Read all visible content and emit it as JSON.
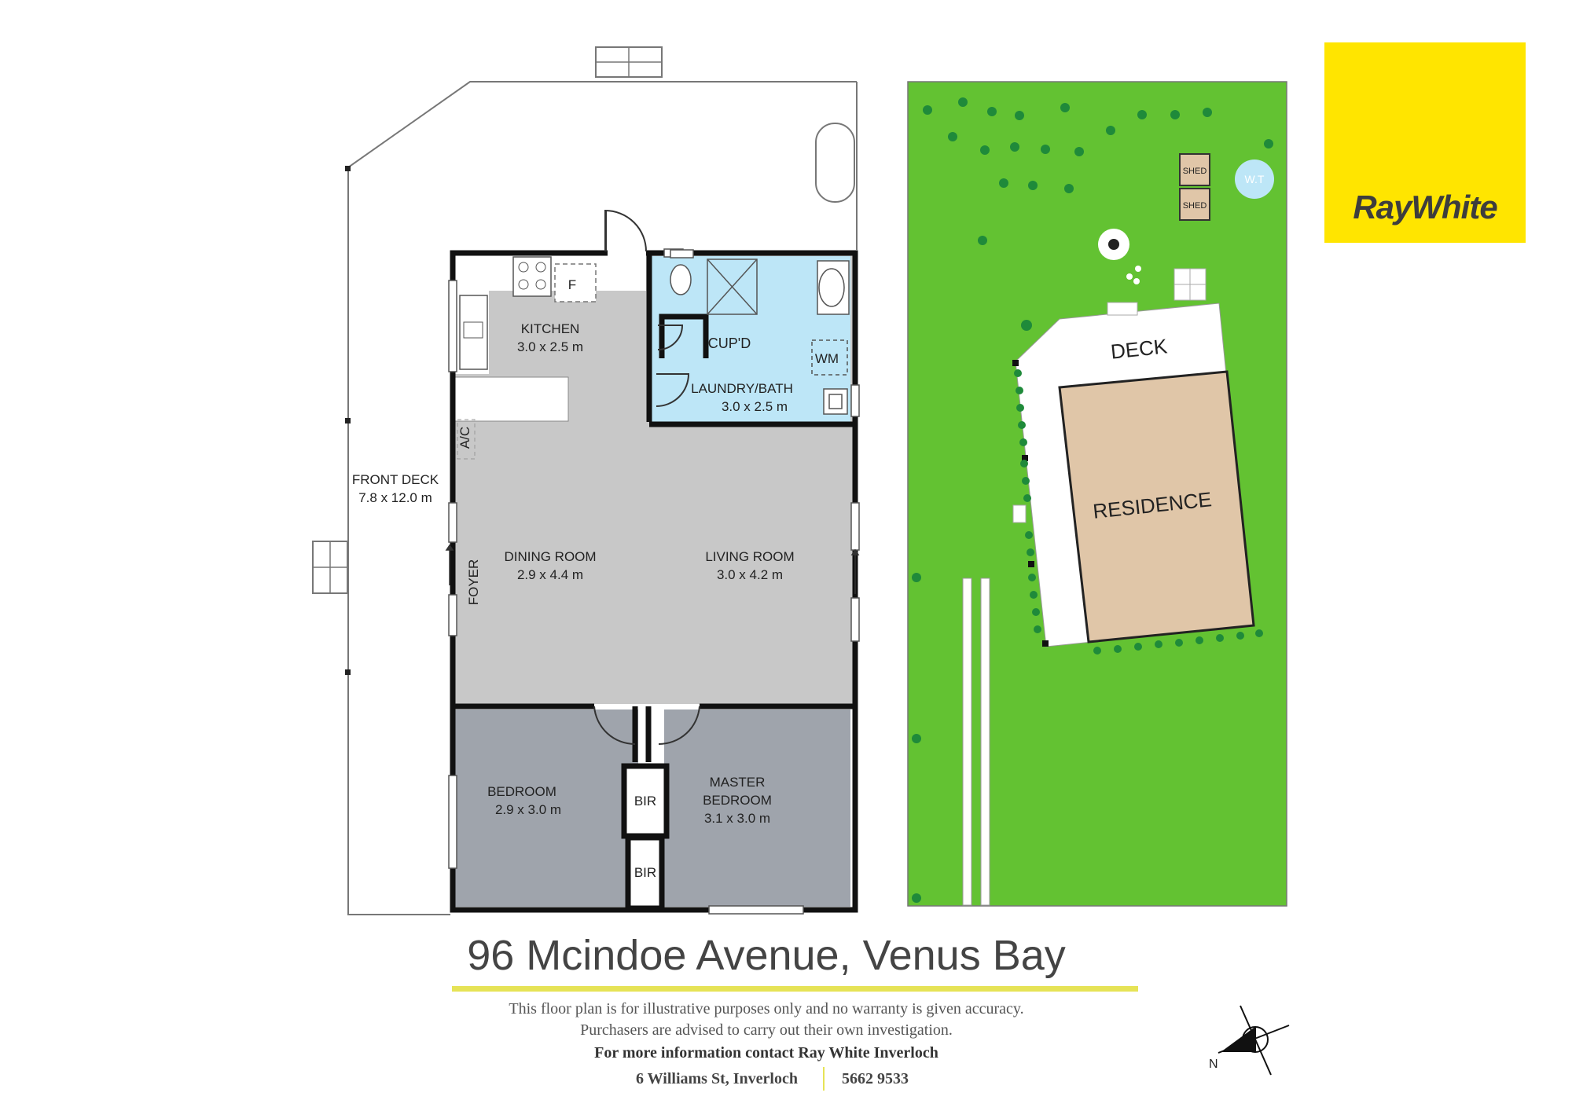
{
  "rooms": {
    "kitchen": {
      "name": "KITCHEN",
      "size": "3.0  x 2.5  m"
    },
    "laundry": {
      "name": "LAUNDRY/BATH",
      "size": "3.0  x 2.5  m"
    },
    "dining": {
      "name": "DINING ROOM",
      "size": "2.9  x 4.4  m"
    },
    "living": {
      "name": "LIVING ROOM",
      "size": "3.0  x 4.2  m"
    },
    "front_deck": {
      "name": "FRONT DECK",
      "size": "7.8  x 12.0  m"
    },
    "bedroom": {
      "name": "BEDROOM",
      "size": "2.9  x 3.0  m"
    },
    "master": {
      "name1": "MASTER",
      "name2": "BEDROOM",
      "size": "3.1  x 3.0  m"
    }
  },
  "fixtures": {
    "fridge": "F",
    "cupboard": "CUP'D",
    "washing_machine": "WM",
    "aircon": "A/C",
    "foyer": "FOYER",
    "bir_1": "BIR",
    "bir_2": "BIR"
  },
  "site": {
    "deck": "DECK",
    "residence": "RESIDENCE",
    "shed_1": "SHED",
    "shed_2": "SHED",
    "water_tank": "W.T",
    "lawn_color": "#63c232",
    "residence_color": "#e0c6a8"
  },
  "footer": {
    "address": "96 Mcindoe Avenue, Venus Bay",
    "disclaimer_1": "This floor plan is for illustrative purposes only and no warranty is given accuracy.",
    "disclaimer_2": "Purchasers are advised to carry out their own investigation.",
    "contact": "For more information contact Ray White Inverloch",
    "office_address": "6 Williams St, Inverloch",
    "phone": "5662 9533"
  },
  "compass": {
    "north_label": "N"
  },
  "brand": {
    "name": "RayWhite",
    "color": "#ffe500"
  }
}
